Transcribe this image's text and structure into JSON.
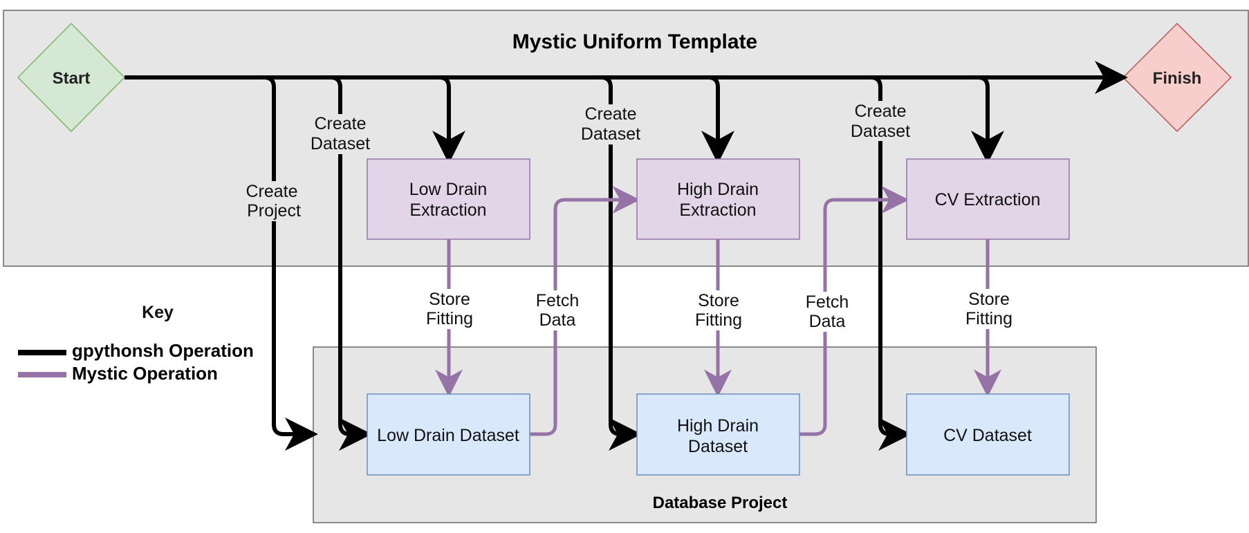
{
  "template": {
    "title": "Mystic Uniform Template"
  },
  "database": {
    "title": "Database Project"
  },
  "start": {
    "label": "Start"
  },
  "finish": {
    "label": "Finish"
  },
  "extractions": [
    {
      "line1": "Low Drain",
      "line2": "Extraction"
    },
    {
      "line1": "High Drain",
      "line2": "Extraction"
    },
    {
      "line1": "CV Extraction"
    }
  ],
  "datasets": [
    {
      "line1": "Low Drain Dataset"
    },
    {
      "line1": "High Drain",
      "line2": "Dataset"
    },
    {
      "line1": "CV Dataset"
    }
  ],
  "edge_labels": {
    "create_project": {
      "line1": "Create",
      "line2": "Project"
    },
    "create_dataset": {
      "line1": "Create",
      "line2": "Dataset"
    },
    "store_fitting": {
      "line1": "Store",
      "line2": "Fitting"
    },
    "fetch_data": {
      "line1": "Fetch",
      "line2": "Data"
    }
  },
  "key": {
    "title": "Key",
    "items": [
      {
        "label": "gpythonsh Operation",
        "color": "#000000"
      },
      {
        "label": "Mystic Operation",
        "color": "#9673a6"
      }
    ]
  },
  "colors": {
    "template_fill": "#e6e6e6",
    "extraction_fill": "#e1d5e7",
    "extraction_stroke": "#9673a6",
    "dataset_fill": "#dae8fc",
    "dataset_stroke": "#6c8ebf",
    "start_fill": "#d5e8d4",
    "start_stroke": "#82b366",
    "finish_fill": "#f8cecc",
    "finish_stroke": "#b85450"
  }
}
